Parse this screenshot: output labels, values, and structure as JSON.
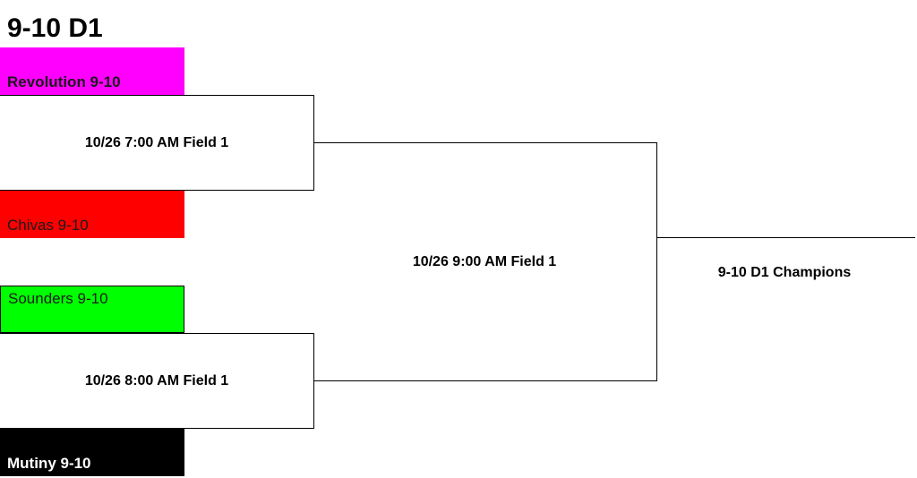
{
  "bracket": {
    "title": "9-10 D1",
    "teams": [
      {
        "name": "Revolution 9-10",
        "color": "#ff00ff",
        "text_color": "#1a1a1a",
        "bold": true
      },
      {
        "name": "Chivas 9-10",
        "color": "#ff0000",
        "text_color": "#1a1a1a",
        "bold": false
      },
      {
        "name": "Sounders 9-10",
        "color": "#00ff00",
        "text_color": "#1a1a1a",
        "bold": false
      },
      {
        "name": "Mutiny 9-10",
        "color": "#000000",
        "text_color": "#ffffff",
        "bold": true
      }
    ],
    "matches": {
      "semifinal_1": "10/26 7:00 AM Field 1",
      "semifinal_2": "10/26 8:00 AM Field 1",
      "final": "10/26 9:00 AM Field 1"
    },
    "champion_label": "9-10 D1 Champions"
  }
}
